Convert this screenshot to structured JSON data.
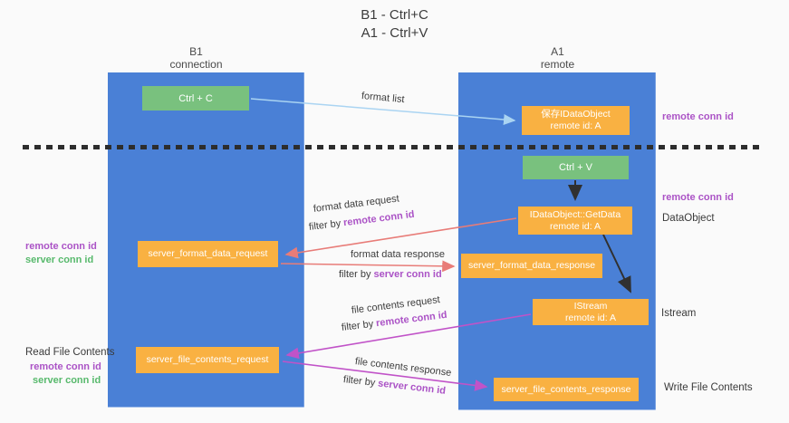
{
  "title": {
    "line1": "B1 - Ctrl+C",
    "line2": "A1 - Ctrl+V"
  },
  "lanes": {
    "left": {
      "name": "B1",
      "subtitle": "connection"
    },
    "right": {
      "name": "A1",
      "subtitle": "remote"
    }
  },
  "nodes": {
    "ctrl_c": {
      "label": "Ctrl + C"
    },
    "ctrl_v": {
      "label": "Ctrl + V"
    },
    "save_idataobject": {
      "line1": "保存IDataObject",
      "line2": "remote id: A"
    },
    "getdata": {
      "line1": "IDataObject::GetData",
      "line2": "remote id: A"
    },
    "istream": {
      "line1": "IStream",
      "line2": "remote id: A"
    },
    "format_request": {
      "label": "server_format_data_request"
    },
    "format_response": {
      "label": "server_format_data_response"
    },
    "file_request": {
      "label": "server_file_contents_request"
    },
    "file_response": {
      "label": "server_file_contents_response"
    }
  },
  "edge_labels": {
    "format_list": "format list",
    "format_data_request": "format data request",
    "format_data_response": "format data response",
    "file_contents_request": "file contents request",
    "file_contents_response": "file contents response",
    "filter_by": "filter by",
    "remote_conn_id": "remote conn id",
    "server_conn_id": "server conn id"
  },
  "side_labels": {
    "right_top_remote_conn_id": "remote conn id",
    "right_mid_remote_conn_id": "remote conn id",
    "dataobject": "DataObject",
    "istream": "Istream",
    "write_file_contents": "Write File Contents",
    "left_remote_conn_id": "remote conn id",
    "left_server_conn_id": "server conn id",
    "read_file_contents": "Read File Contents",
    "bottom_left_remote_conn_id": "remote conn id",
    "bottom_left_server_conn_id": "server conn id"
  },
  "colors": {
    "lane_blue": "#4a80d6",
    "node_green": "#79c17e",
    "node_orange": "#f9b142",
    "purple_text": "#ab53c6",
    "green_text": "#57b96c",
    "arrow_red": "#e87c78",
    "arrow_magenta": "#c153c8",
    "arrow_light_blue": "#aad4f2",
    "arrow_black": "#303030",
    "dark_text": "#3c3c3c",
    "background": "#fafafa"
  }
}
